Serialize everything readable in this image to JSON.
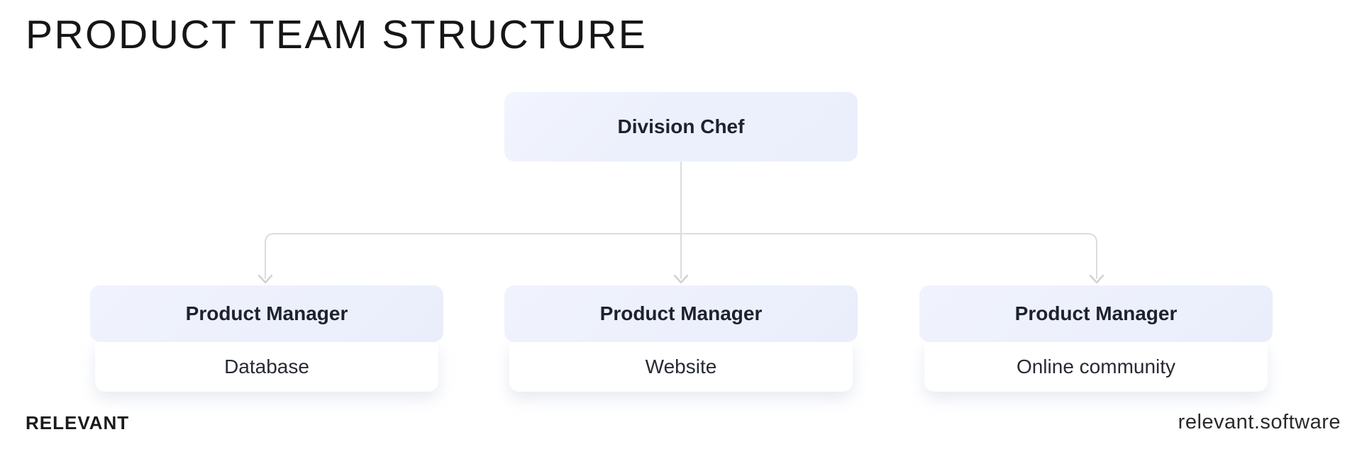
{
  "title": "PRODUCT TEAM STRUCTURE",
  "org": {
    "root": {
      "label": "Division Chef"
    },
    "children": [
      {
        "role": "Product Manager",
        "area": "Database"
      },
      {
        "role": "Product Manager",
        "area": "Website"
      },
      {
        "role": "Product Manager",
        "area": "Online community"
      }
    ]
  },
  "footer": {
    "brand": "RELEVANT",
    "website": "relevant.software"
  },
  "colors": {
    "node_background": "#edf0fc",
    "connector": "#dcdcdc",
    "heading_text": "#1d222e",
    "body_text": "#272b33",
    "title_text": "#161616"
  }
}
